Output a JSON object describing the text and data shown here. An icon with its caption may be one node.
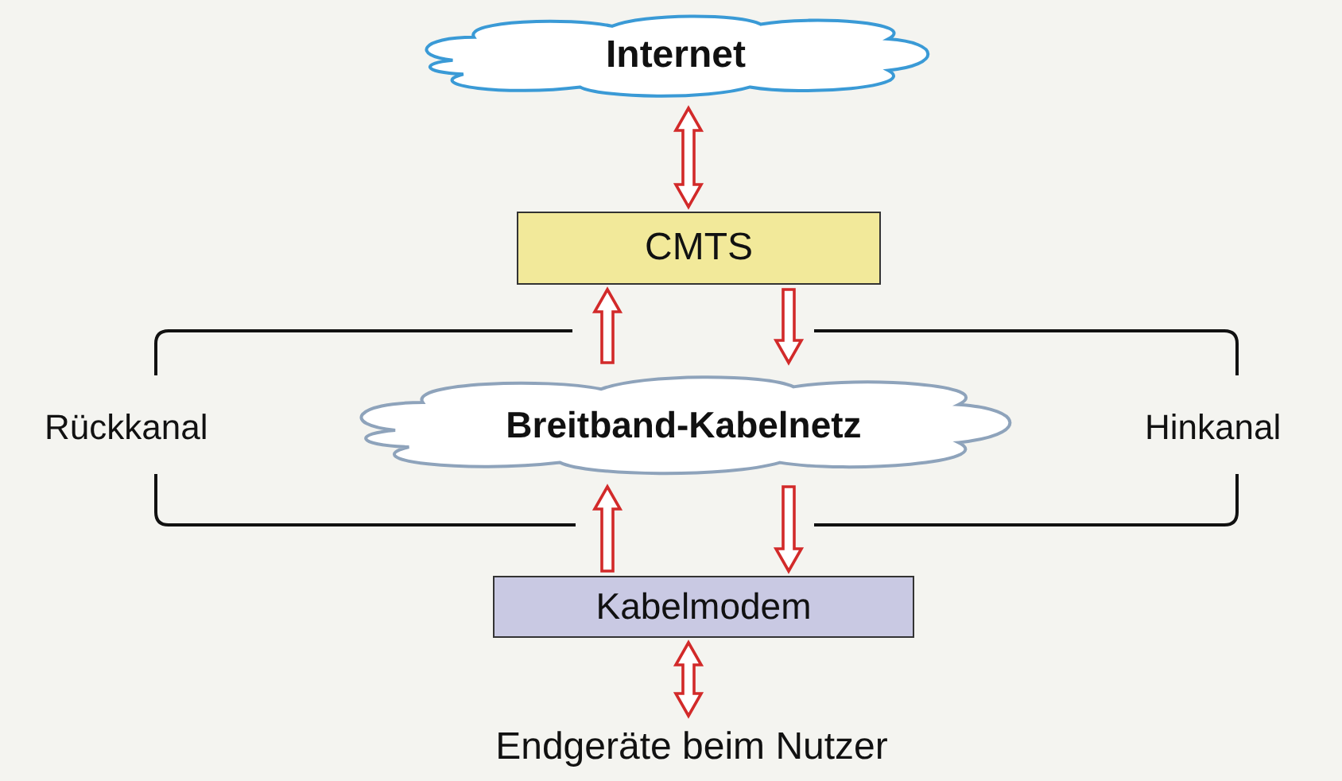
{
  "diagram": {
    "nodes": [
      {
        "text": [
          "Internet"
        ]
      },
      {
        "text": [
          "CMTS"
        ]
      },
      {
        "text": [
          "Breitband-Kabelnetz"
        ]
      },
      {
        "text": [
          "Kabelmodem"
        ]
      },
      {
        "text": [
          "Endgeräte beim Nutzer"
        ]
      }
    ],
    "edges": [
      {
        "from": 0,
        "to": 1,
        "arrow": "both"
      },
      {
        "from": 2,
        "to": 1,
        "arrow": "to"
      },
      {
        "from": 1,
        "to": 2,
        "arrow": "to"
      },
      {
        "from": 3,
        "to": 2,
        "arrow": "to"
      },
      {
        "from": 2,
        "to": 3,
        "arrow": "to"
      },
      {
        "from": 3,
        "to": 4,
        "arrow": "both"
      }
    ],
    "labels": [
      "Rückkanal",
      "Hinkanal"
    ]
  }
}
